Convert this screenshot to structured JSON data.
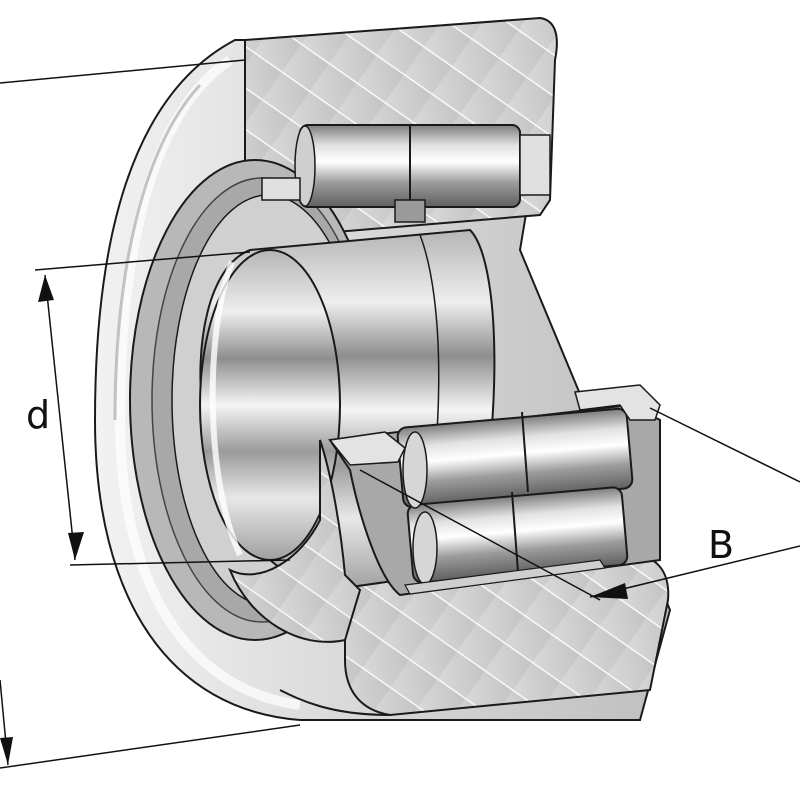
{
  "diagram": {
    "labels": {
      "inner_diameter": "d",
      "width": "B"
    },
    "colors": {
      "background": "#ffffff",
      "outline": "#1a1a1a",
      "metal_light": "#e6e6e6",
      "metal_mid": "#bdbdbd",
      "metal_dark": "#8a8a8a",
      "hatch": "#ffffff",
      "dimension_line": "#111111"
    },
    "parts": [
      "outer-ring",
      "inner-ring",
      "roller-row-upper",
      "roller-row-lower",
      "seal-ring",
      "cage"
    ]
  }
}
